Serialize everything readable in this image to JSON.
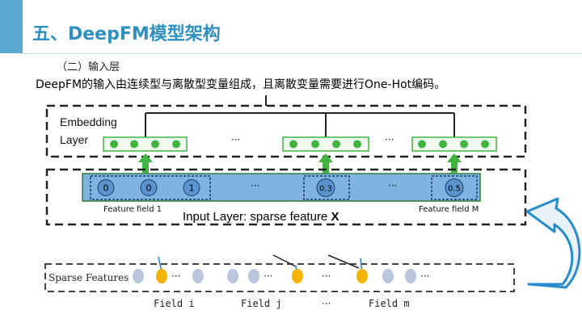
{
  "slide": {
    "title": "五、DeepFM模型架构",
    "subtitle": "（二）输入层",
    "body": "DeepFM的输入由连续型与离散型变量组成，且离散变量需要进行One-Hot编码。"
  },
  "diagram": {
    "embedding_label_line1": "Embedding",
    "embedding_label_line2": "Layer",
    "ellipsis": "···",
    "input_values": [
      "0",
      "0",
      "1",
      "0.3",
      "0.5"
    ],
    "feature_field_1_label": "Feature field 1",
    "feature_field_m_label": "Feature field M",
    "input_layer_label": "Input Layer: sparse feature",
    "input_layer_symbol": "X",
    "sparse_features_label": "Sparse Features",
    "field_i_label": "Field i",
    "field_j_label": "Field j",
    "field_m_label": "Field m",
    "colors": {
      "embedding_green": "#3fb53f",
      "input_blue": "#7fb4e0",
      "sparse_gray": "#b9c6de",
      "sparse_orange": "#f5b400",
      "arrow_blue": "#2a8bc9",
      "arrow_fill": "#e7f2fa"
    }
  }
}
